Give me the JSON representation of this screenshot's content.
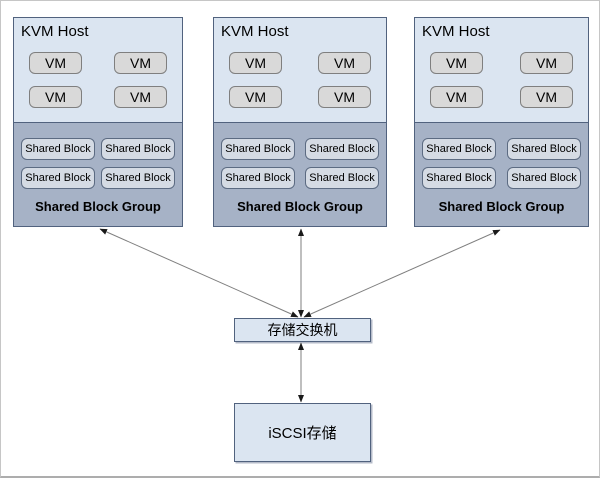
{
  "hosts": [
    {
      "title": "KVM Host",
      "vms": [
        "VM",
        "VM",
        "VM",
        "VM"
      ],
      "shared_blocks": [
        "Shared Block",
        "Shared Block",
        "Shared Block",
        "Shared Block"
      ],
      "group_label": "Shared Block Group"
    },
    {
      "title": "KVM Host",
      "vms": [
        "VM",
        "VM",
        "VM",
        "VM"
      ],
      "shared_blocks": [
        "Shared Block",
        "Shared Block",
        "Shared Block",
        "Shared Block"
      ],
      "group_label": "Shared Block Group"
    },
    {
      "title": "KVM Host",
      "vms": [
        "VM",
        "VM",
        "VM",
        "VM"
      ],
      "shared_blocks": [
        "Shared Block",
        "Shared Block",
        "Shared Block",
        "Shared Block"
      ],
      "group_label": "Shared Block Group"
    }
  ],
  "switch": {
    "label": "存储交换机"
  },
  "storage": {
    "label": "iSCSI存储"
  },
  "colors": {
    "host_top_bg": "#dbe5f1",
    "group_bg": "#a6b2c6",
    "vm_bg": "#d9d9d9",
    "shared_block_bg": "#d5dbe4",
    "node_border": "#51627e",
    "vm_border": "#7f7f7f",
    "connector_line": "#7f7f7f",
    "arrowhead": "#1a1a1a"
  }
}
